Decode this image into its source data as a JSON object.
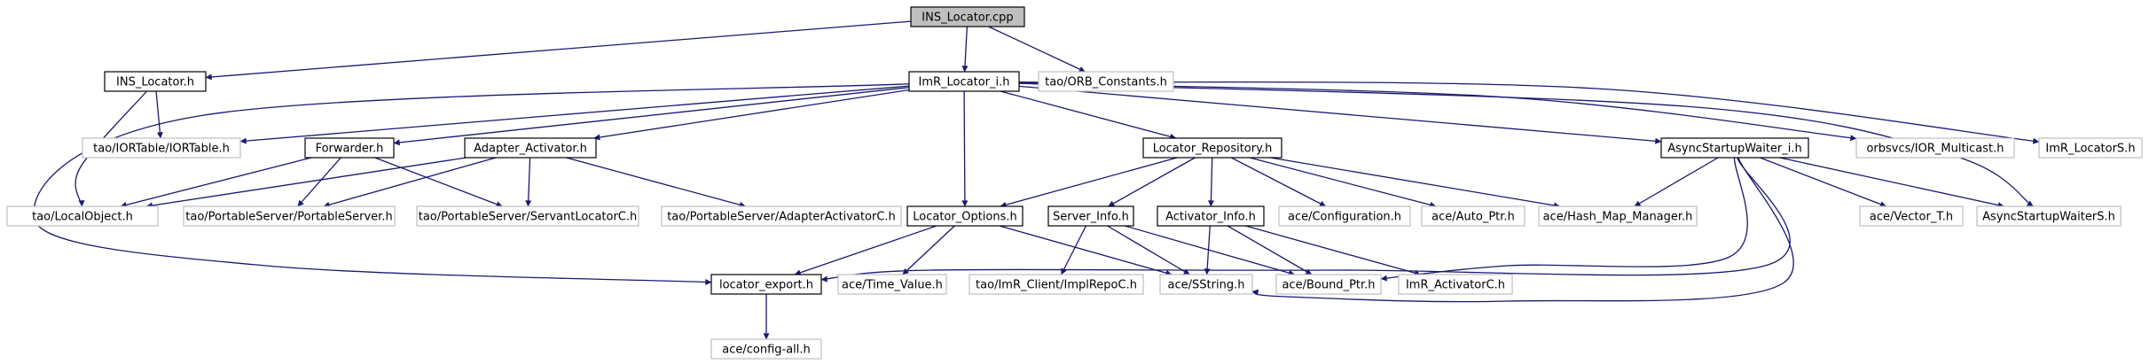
{
  "graph": {
    "colors": {
      "edge": "#191970",
      "root_fill": "#bfbfbf",
      "root_border": "#000000",
      "node_fill": "#ffffff",
      "local_border": "#000000",
      "external_border": "#bfbfbf",
      "text": "#000000"
    },
    "nodes": [
      {
        "id": "ins_locator_cpp",
        "label": "INS_Locator.cpp",
        "kind": "root"
      },
      {
        "id": "ins_locator_h",
        "label": "INS_Locator.h",
        "kind": "local"
      },
      {
        "id": "imr_locator_i_h",
        "label": "ImR_Locator_i.h",
        "kind": "local"
      },
      {
        "id": "tao_orb_constants_h",
        "label": "tao/ORB_Constants.h",
        "kind": "external"
      },
      {
        "id": "tao_iortable_h",
        "label": "tao/IORTable/IORTable.h",
        "kind": "external"
      },
      {
        "id": "tao_localobject_h",
        "label": "tao/LocalObject.h",
        "kind": "external"
      },
      {
        "id": "locator_export_h",
        "label": "locator_export.h",
        "kind": "local"
      },
      {
        "id": "forwarder_h",
        "label": "Forwarder.h",
        "kind": "local"
      },
      {
        "id": "adapter_activator_h",
        "label": "Adapter_Activator.h",
        "kind": "local"
      },
      {
        "id": "locator_repository_h",
        "label": "Locator_Repository.h",
        "kind": "local"
      },
      {
        "id": "asyncstartupwaiter_i_h",
        "label": "AsyncStartupWaiter_i.h",
        "kind": "local"
      },
      {
        "id": "orbsvcs_ior_multicast_h",
        "label": "orbsvcs/IOR_Multicast.h",
        "kind": "external"
      },
      {
        "id": "imr_locators_h",
        "label": "ImR_LocatorS.h",
        "kind": "external"
      },
      {
        "id": "tao_ps_portableserver_h",
        "label": "tao/PortableServer/PortableServer.h",
        "kind": "external"
      },
      {
        "id": "tao_ps_servantlocatorc_h",
        "label": "tao/PortableServer/ServantLocatorC.h",
        "kind": "external"
      },
      {
        "id": "tao_ps_adapteractivatorc_h",
        "label": "tao/PortableServer/AdapterActivatorC.h",
        "kind": "external"
      },
      {
        "id": "locator_options_h",
        "label": "Locator_Options.h",
        "kind": "local"
      },
      {
        "id": "server_info_h",
        "label": "Server_Info.h",
        "kind": "local"
      },
      {
        "id": "activator_info_h",
        "label": "Activator_Info.h",
        "kind": "local"
      },
      {
        "id": "ace_configuration_h",
        "label": "ace/Configuration.h",
        "kind": "external"
      },
      {
        "id": "ace_auto_ptr_h",
        "label": "ace/Auto_Ptr.h",
        "kind": "external"
      },
      {
        "id": "ace_hash_map_manager_h",
        "label": "ace/Hash_Map_Manager.h",
        "kind": "external"
      },
      {
        "id": "ace_vector_t_h",
        "label": "ace/Vector_T.h",
        "kind": "external"
      },
      {
        "id": "asyncstartupwaiters_h",
        "label": "AsyncStartupWaiterS.h",
        "kind": "external"
      },
      {
        "id": "ace_time_value_h",
        "label": "ace/Time_Value.h",
        "kind": "external"
      },
      {
        "id": "tao_imr_client_implrepoc_h",
        "label": "tao/ImR_Client/ImplRepoC.h",
        "kind": "external"
      },
      {
        "id": "ace_sstring_h",
        "label": "ace/SString.h",
        "kind": "external"
      },
      {
        "id": "ace_bound_ptr_h",
        "label": "ace/Bound_Ptr.h",
        "kind": "external"
      },
      {
        "id": "imr_activatorc_h",
        "label": "ImR_ActivatorC.h",
        "kind": "external"
      },
      {
        "id": "ace_config_all_h",
        "label": "ace/config-all.h",
        "kind": "external"
      }
    ],
    "edges": [
      {
        "from": "ins_locator_cpp",
        "to": "ins_locator_h"
      },
      {
        "from": "ins_locator_cpp",
        "to": "imr_locator_i_h"
      },
      {
        "from": "ins_locator_cpp",
        "to": "tao_orb_constants_h"
      },
      {
        "from": "ins_locator_h",
        "to": "tao_iortable_h"
      },
      {
        "from": "ins_locator_h",
        "to": "tao_localobject_h"
      },
      {
        "from": "imr_locator_i_h",
        "to": "tao_iortable_h"
      },
      {
        "from": "imr_locator_i_h",
        "to": "locator_export_h"
      },
      {
        "from": "imr_locator_i_h",
        "to": "forwarder_h"
      },
      {
        "from": "imr_locator_i_h",
        "to": "adapter_activator_h"
      },
      {
        "from": "imr_locator_i_h",
        "to": "locator_options_h"
      },
      {
        "from": "imr_locator_i_h",
        "to": "locator_repository_h"
      },
      {
        "from": "imr_locator_i_h",
        "to": "asyncstartupwaiter_i_h"
      },
      {
        "from": "imr_locator_i_h",
        "to": "orbsvcs_ior_multicast_h"
      },
      {
        "from": "imr_locator_i_h",
        "to": "imr_locators_h"
      },
      {
        "from": "imr_locator_i_h",
        "to": "asyncstartupwaiters_h"
      },
      {
        "from": "forwarder_h",
        "to": "tao_localobject_h"
      },
      {
        "from": "forwarder_h",
        "to": "tao_ps_portableserver_h"
      },
      {
        "from": "forwarder_h",
        "to": "tao_ps_servantlocatorc_h"
      },
      {
        "from": "adapter_activator_h",
        "to": "tao_localobject_h"
      },
      {
        "from": "adapter_activator_h",
        "to": "tao_ps_portableserver_h"
      },
      {
        "from": "adapter_activator_h",
        "to": "tao_ps_servantlocatorc_h"
      },
      {
        "from": "adapter_activator_h",
        "to": "tao_ps_adapteractivatorc_h"
      },
      {
        "from": "locator_repository_h",
        "to": "locator_options_h"
      },
      {
        "from": "locator_repository_h",
        "to": "server_info_h"
      },
      {
        "from": "locator_repository_h",
        "to": "activator_info_h"
      },
      {
        "from": "locator_repository_h",
        "to": "ace_configuration_h"
      },
      {
        "from": "locator_repository_h",
        "to": "ace_auto_ptr_h"
      },
      {
        "from": "locator_repository_h",
        "to": "ace_hash_map_manager_h"
      },
      {
        "from": "asyncstartupwaiter_i_h",
        "to": "ace_hash_map_manager_h"
      },
      {
        "from": "asyncstartupwaiter_i_h",
        "to": "ace_vector_t_h"
      },
      {
        "from": "asyncstartupwaiter_i_h",
        "to": "asyncstartupwaiters_h"
      },
      {
        "from": "asyncstartupwaiter_i_h",
        "to": "locator_export_h"
      },
      {
        "from": "asyncstartupwaiter_i_h",
        "to": "ace_bound_ptr_h"
      },
      {
        "from": "asyncstartupwaiter_i_h",
        "to": "ace_sstring_h"
      },
      {
        "from": "locator_options_h",
        "to": "locator_export_h"
      },
      {
        "from": "locator_options_h",
        "to": "ace_time_value_h"
      },
      {
        "from": "locator_options_h",
        "to": "ace_sstring_h"
      },
      {
        "from": "server_info_h",
        "to": "tao_imr_client_implrepoc_h"
      },
      {
        "from": "server_info_h",
        "to": "ace_sstring_h"
      },
      {
        "from": "server_info_h",
        "to": "ace_bound_ptr_h"
      },
      {
        "from": "activator_info_h",
        "to": "ace_sstring_h"
      },
      {
        "from": "activator_info_h",
        "to": "ace_bound_ptr_h"
      },
      {
        "from": "activator_info_h",
        "to": "imr_activatorc_h"
      },
      {
        "from": "locator_export_h",
        "to": "ace_config_all_h"
      }
    ]
  }
}
